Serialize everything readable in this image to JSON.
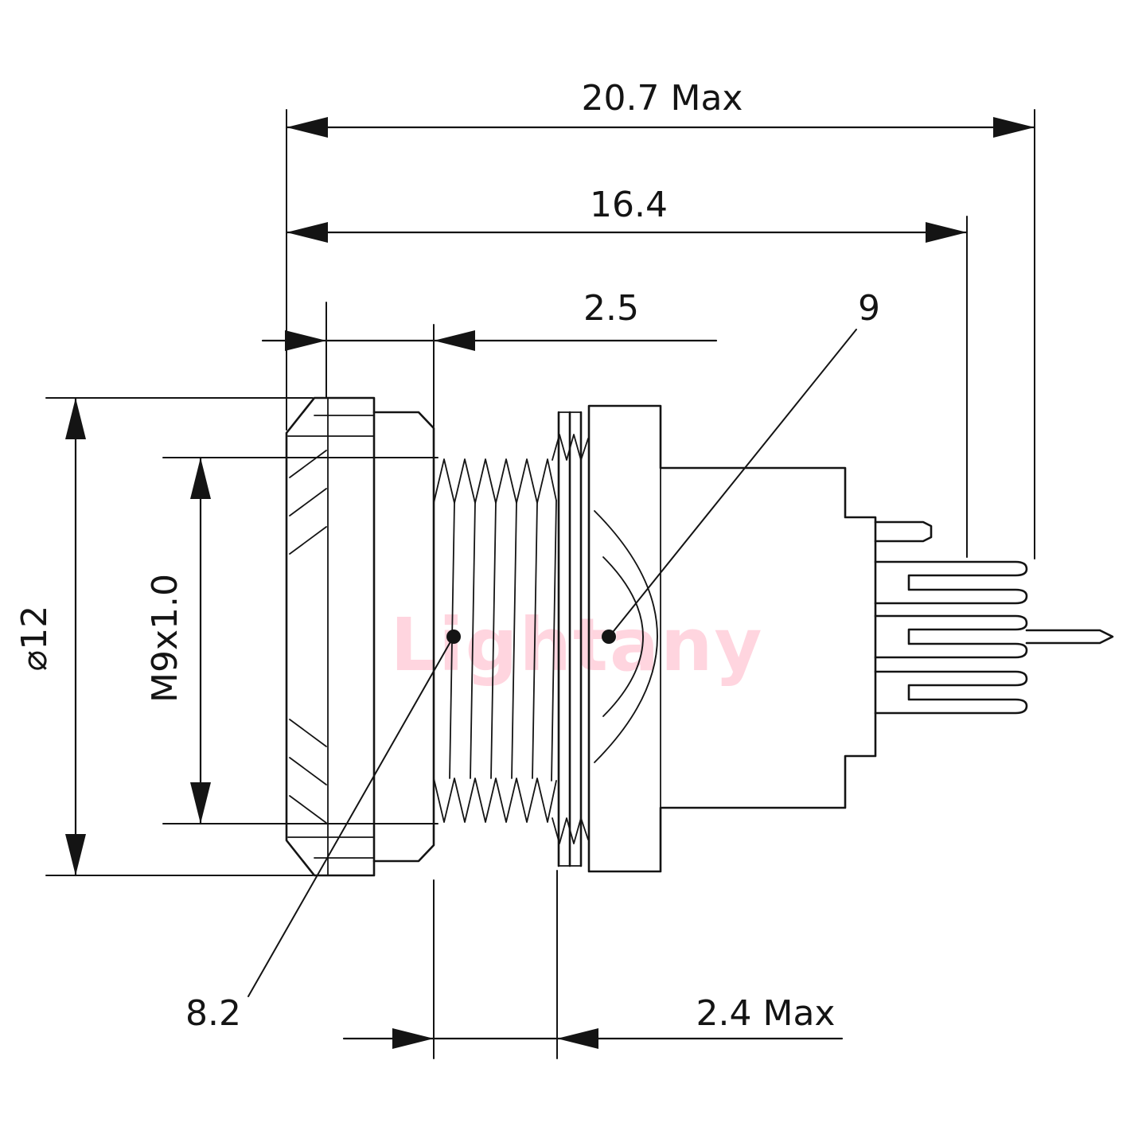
{
  "watermark": {
    "text": "Lightany",
    "color": "#ffadc0"
  },
  "dimensions": {
    "overall_length": "20.7 Max",
    "shell_length": "16.4",
    "front_section": "2.5",
    "leader_rear_diameter": "9",
    "shell_diameter": "⌀12",
    "thread_spec": "M9x1.0",
    "leader_thread_diameter": "8.2",
    "panel_thickness": "2.4 Max"
  },
  "colors": {
    "line": "#141414",
    "background": "#ffffff"
  }
}
